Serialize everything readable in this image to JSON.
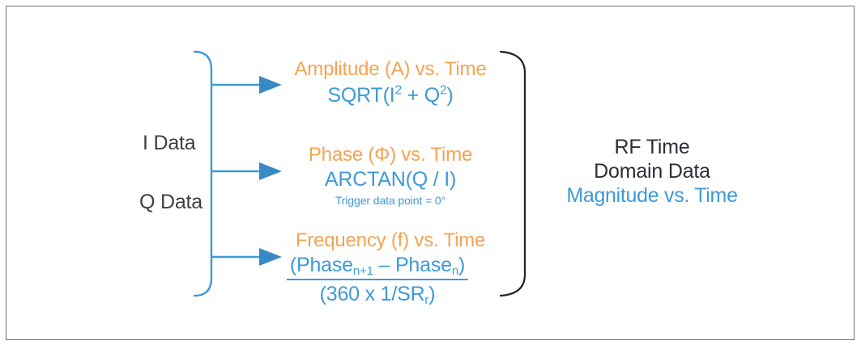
{
  "figure": {
    "title_block": {
      "line1": "RF Time",
      "line2": "Domain Data",
      "line3": "Magnitude vs. Time"
    },
    "inputs": [
      {
        "label": "I Data"
      },
      {
        "label": "Q Data"
      }
    ],
    "branches": [
      {
        "id": "amplitude",
        "heading": "Amplitude (A) vs. Time",
        "formula_prefix": "SQRT(I",
        "formula_sup1": "2",
        "formula_mid": " + Q",
        "formula_sup2": "2",
        "formula_suffix": ")",
        "note": ""
      },
      {
        "id": "phase",
        "heading": "Phase (Φ) vs. Time",
        "formula": "ARCTAN(Q / I)",
        "note": "Trigger data point = 0°"
      },
      {
        "id": "frequency",
        "heading": "Frequency (f) vs. Time",
        "numerator_a": "(Phase",
        "numerator_sub1": "n+1",
        "numerator_b": " – Phase",
        "numerator_sub2": "n",
        "numerator_c": ")",
        "denominator_a": "(360 x 1/SR",
        "denominator_sub": "r",
        "denominator_b": ")"
      }
    ],
    "colors": {
      "orange": "#f5a353",
      "blue": "#3e9ad6",
      "dark": "#2b2f36",
      "frame": "#6e737b",
      "brace_right": "#1d222b"
    }
  }
}
